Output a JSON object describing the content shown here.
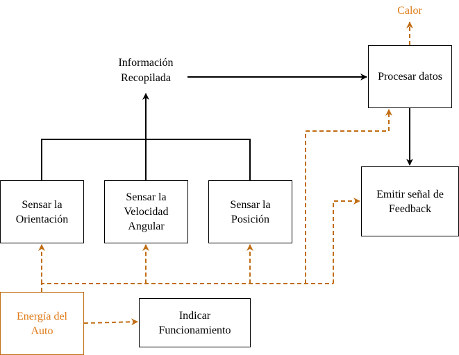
{
  "colors": {
    "energy": "#c06d13",
    "energy_text": "#e07b18",
    "line": "#000000"
  },
  "nodes": {
    "calor": "Calor",
    "informacion": "Información\nRecopilada",
    "procesar": "Procesar datos",
    "emitir": "Emitir señal de\nFeedback",
    "orientacion": "Sensar la\nOrientación",
    "velocidad": "Sensar la\nVelocidad\nAngular",
    "posicion": "Sensar la\nPosición",
    "energia": "Energía del\nAuto",
    "indicar": "Indicar\nFuncionamiento"
  }
}
